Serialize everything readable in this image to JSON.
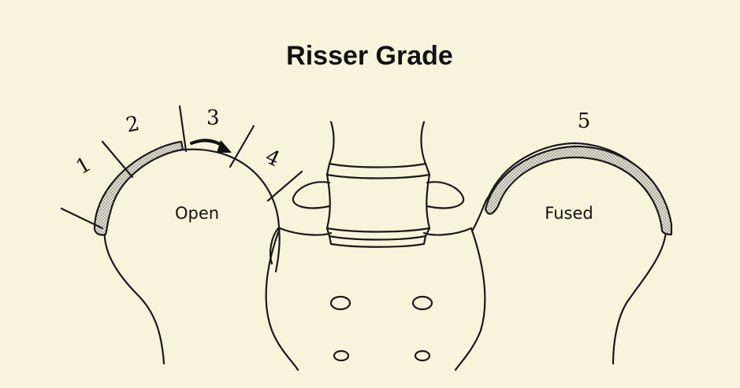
{
  "title": "Risser Grade",
  "left_ilium": {
    "label": "Open",
    "grade_marks": [
      "1",
      "2",
      "3",
      "4"
    ]
  },
  "right_ilium": {
    "label": "Fused",
    "grade_mark": "5"
  },
  "colors": {
    "background": "#f7f4dc",
    "ink": "#1a1a1a",
    "apophysis_fill": "#cfcfc4"
  },
  "icons": [
    "curved-arrow-icon"
  ]
}
